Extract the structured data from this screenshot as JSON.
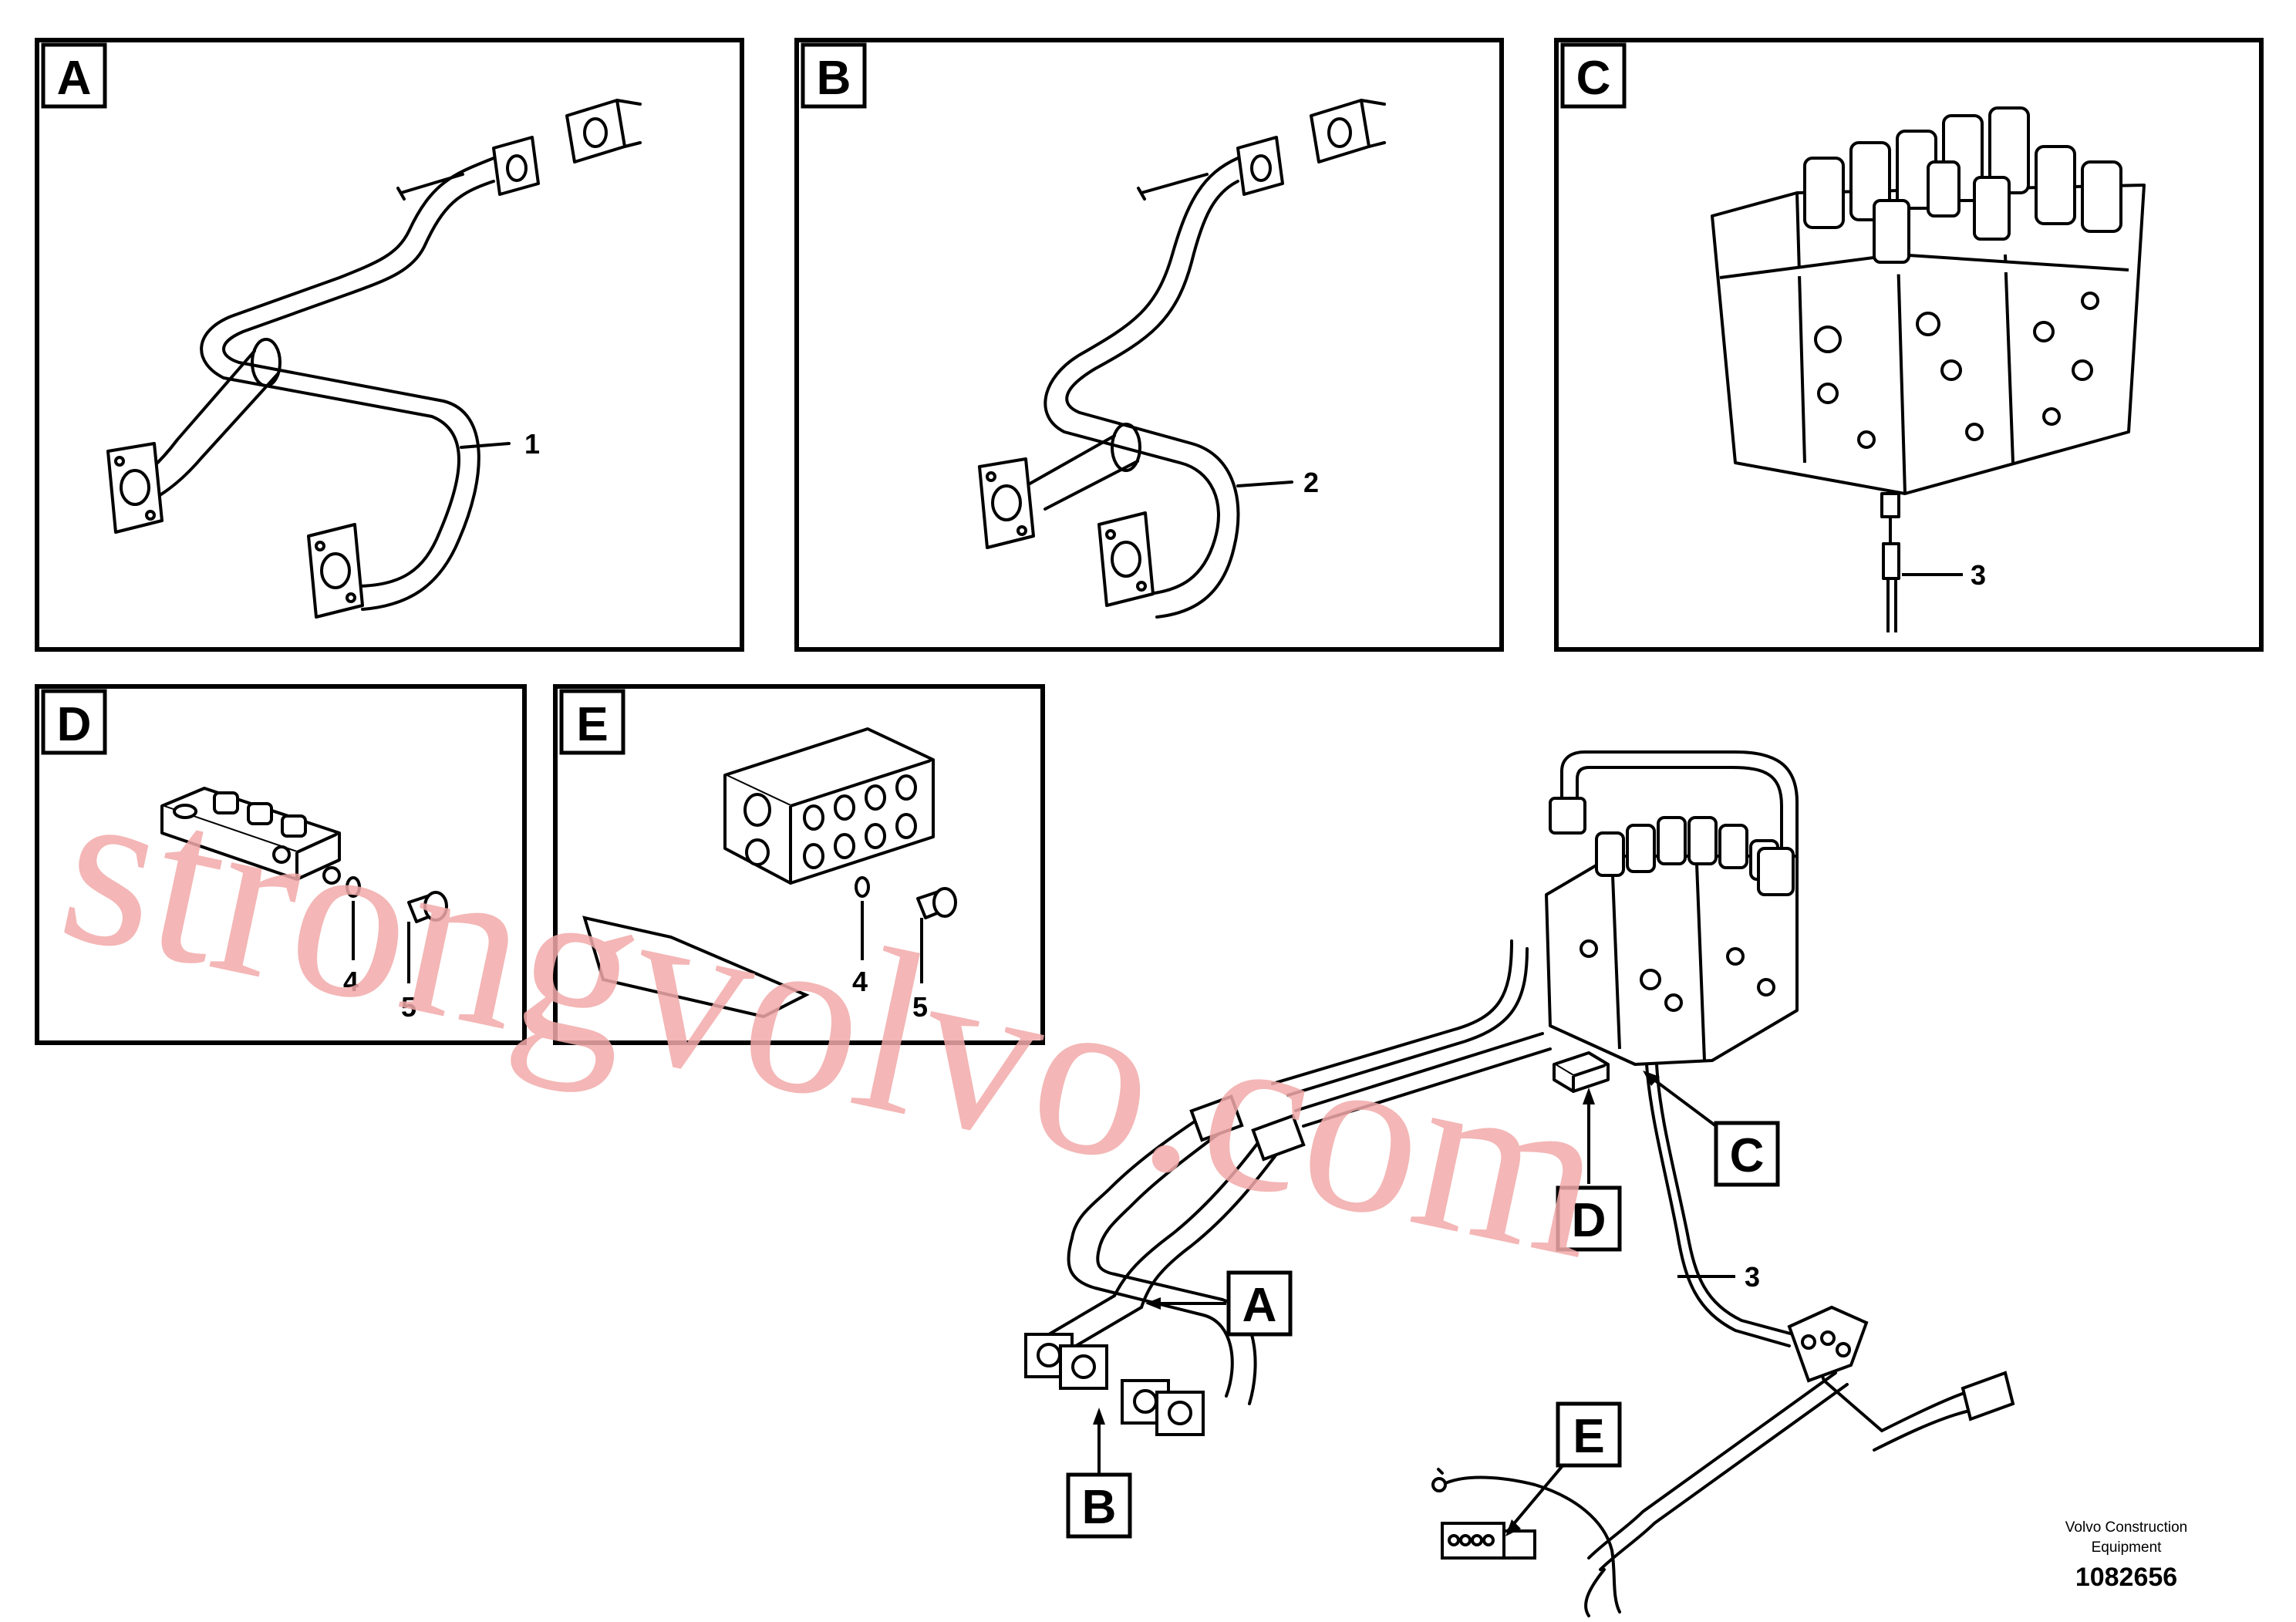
{
  "panels": [
    {
      "letter": "A",
      "callouts": [
        "1"
      ]
    },
    {
      "letter": "B",
      "callouts": [
        "2"
      ]
    },
    {
      "letter": "C",
      "callouts": [
        "3"
      ]
    },
    {
      "letter": "D",
      "callouts": [
        "4",
        "5"
      ]
    },
    {
      "letter": "E",
      "callouts": [
        "4",
        "5"
      ]
    }
  ],
  "overview": {
    "labels": [
      "A",
      "B",
      "C",
      "D",
      "E"
    ],
    "callouts": [
      "3"
    ]
  },
  "watermark": "strongvolvo.com",
  "footer": {
    "brand_line1": "Volvo Construction",
    "brand_line2": "Equipment",
    "drawing_number": "1082656"
  },
  "colors": {
    "line": "#000000",
    "watermark": "#f2a9a9"
  }
}
